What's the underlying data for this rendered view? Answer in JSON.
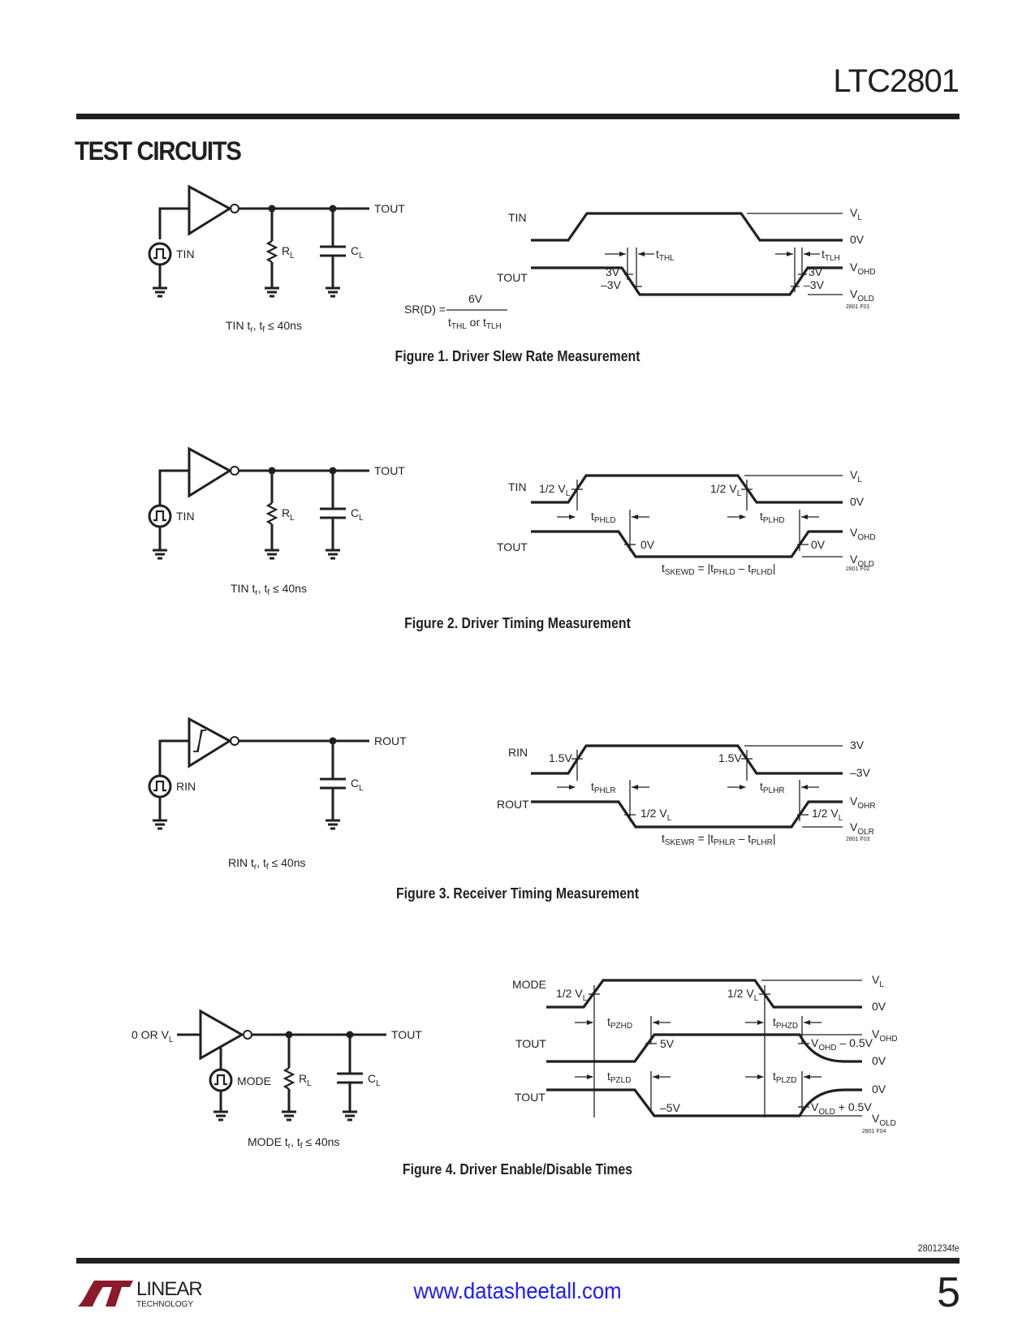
{
  "header": {
    "part_number": "LTC2801",
    "section_title": "TEST CIRCUITS"
  },
  "figures": [
    {
      "caption": "Figure 1. Driver Slew Rate Measurement",
      "circuit": {
        "input_label": "TIN",
        "output_label": "TOUT",
        "resistor": {
          "main": "R",
          "sub": "L"
        },
        "capacitor": {
          "main": "C",
          "sub": "L"
        },
        "note": {
          "prefix": "TIN t",
          "r": "r",
          "mid": ", t",
          "f": "f",
          "suffix": " ≤ 40ns"
        }
      },
      "waveform": {
        "signal1": "TIN",
        "signal2": "TOUT",
        "levels": {
          "top1": {
            "main": "V",
            "sub": "L"
          },
          "bot1": "0V",
          "top2": {
            "main": "V",
            "sub": "OHD"
          },
          "bot2": {
            "main": "V",
            "sub": "OLD"
          }
        },
        "markers": [
          "3V",
          "–3V",
          "3V",
          "–3V"
        ],
        "timing": [
          {
            "main": "t",
            "sub": "THL"
          },
          {
            "main": "t",
            "sub": "TLH"
          }
        ],
        "formula": {
          "lhs": "SR(D) =",
          "numerator": "6V",
          "denominator": {
            "t1": "t",
            "s1": "THL",
            "or": " or t",
            "s2": "TLH"
          }
        },
        "code": "2801 F01"
      }
    },
    {
      "caption": "Figure 2. Driver Timing Measurement",
      "circuit": {
        "input_label": "TIN",
        "output_label": "TOUT",
        "resistor": {
          "main": "R",
          "sub": "L"
        },
        "capacitor": {
          "main": "C",
          "sub": "L"
        },
        "note": {
          "prefix": "TIN t",
          "r": "r",
          "mid": ", t",
          "f": "f",
          "suffix": " ≤ 40ns"
        }
      },
      "waveform": {
        "signal1": "TIN",
        "signal2": "TOUT",
        "levels": {
          "top1": {
            "main": "V",
            "sub": "L"
          },
          "bot1": "0V",
          "top2": {
            "main": "V",
            "sub": "OHD"
          },
          "bot2": {
            "main": "V",
            "sub": "OLD"
          }
        },
        "markers": [
          {
            "main": "1/2 V",
            "sub": "L"
          },
          {
            "main": "1/2 V",
            "sub": "L"
          },
          "0V",
          "0V"
        ],
        "timing": [
          {
            "main": "t",
            "sub": "PHLD"
          },
          {
            "main": "t",
            "sub": "PLHD"
          }
        ],
        "skew": {
          "t": "t",
          "s": "SKEWD",
          "eq": " = |t",
          "s1": "PHLD",
          "minus": " – t",
          "s2": "PLHD",
          "end": "|"
        },
        "code": "2801 F02"
      }
    },
    {
      "caption": "Figure 3. Receiver Timing Measurement",
      "circuit": {
        "input_label": "RIN",
        "output_label": "ROUT",
        "capacitor": {
          "main": "C",
          "sub": "L"
        },
        "note": {
          "prefix": "RIN t",
          "r": "r",
          "mid": ", t",
          "f": "f",
          "suffix": " ≤ 40ns"
        }
      },
      "waveform": {
        "signal1": "RIN",
        "signal2": "ROUT",
        "levels": {
          "top1": "3V",
          "bot1": "–3V",
          "top2": {
            "main": "V",
            "sub": "OHR"
          },
          "bot2": {
            "main": "V",
            "sub": "OLR"
          }
        },
        "markers": [
          "1.5V",
          "1.5V",
          {
            "main": "1/2 V",
            "sub": "L"
          },
          {
            "main": "1/2 V",
            "sub": "L"
          }
        ],
        "timing": [
          {
            "main": "t",
            "sub": "PHLR"
          },
          {
            "main": "t",
            "sub": "PLHR"
          }
        ],
        "skew": {
          "t": "t",
          "s": "SKEWR",
          "eq": " = |t",
          "s1": "PHLR",
          "minus": " – t",
          "s2": "PLHR",
          "end": "|"
        },
        "code": "2801 F03"
      }
    },
    {
      "caption": "Figure 4. Driver Enable/Disable Times",
      "circuit": {
        "input_label": {
          "main": "0 OR V",
          "sub": "L"
        },
        "mode_label": "MODE",
        "output_label": "TOUT",
        "resistor": {
          "main": "R",
          "sub": "L"
        },
        "capacitor": {
          "main": "C",
          "sub": "L"
        },
        "note": {
          "prefix": "MODE t",
          "r": "r",
          "mid": ", t",
          "f": "f",
          "suffix": " ≤ 40ns"
        }
      },
      "waveform": {
        "signal1": "MODE",
        "signal2": "TOUT",
        "signal3": "TOUT",
        "levels": {
          "top1": {
            "main": "V",
            "sub": "L"
          },
          "bot1": "0V",
          "top2": {
            "main": "V",
            "sub": "OHD"
          },
          "bot2": "0V",
          "top3": "0V",
          "bot3": {
            "main": "V",
            "sub": "OLD"
          }
        },
        "markers": [
          {
            "main": "1/2 V",
            "sub": "L"
          },
          {
            "main": "1/2 V",
            "sub": "L"
          },
          "5V",
          {
            "main": "V",
            "sub": "OHD",
            "tail": " – 0.5V"
          },
          "–5V",
          {
            "main": "V",
            "sub": "OLD",
            "tail": " + 0.5V"
          }
        ],
        "timing": [
          {
            "main": "t",
            "sub": "PZHD"
          },
          {
            "main": "t",
            "sub": "PHZD"
          },
          {
            "main": "t",
            "sub": "PZLD"
          },
          {
            "main": "t",
            "sub": "PLZD"
          }
        ],
        "code": "2801 F04"
      }
    }
  ],
  "footer": {
    "doc_number": "2801234fe",
    "logo_word": "LINEAR",
    "logo_sub": "TECHNOLOGY",
    "url": "www.datasheetall.com",
    "page_number": "5",
    "brand_color": "#8b1a2b",
    "link_color": "#1a1aff"
  }
}
